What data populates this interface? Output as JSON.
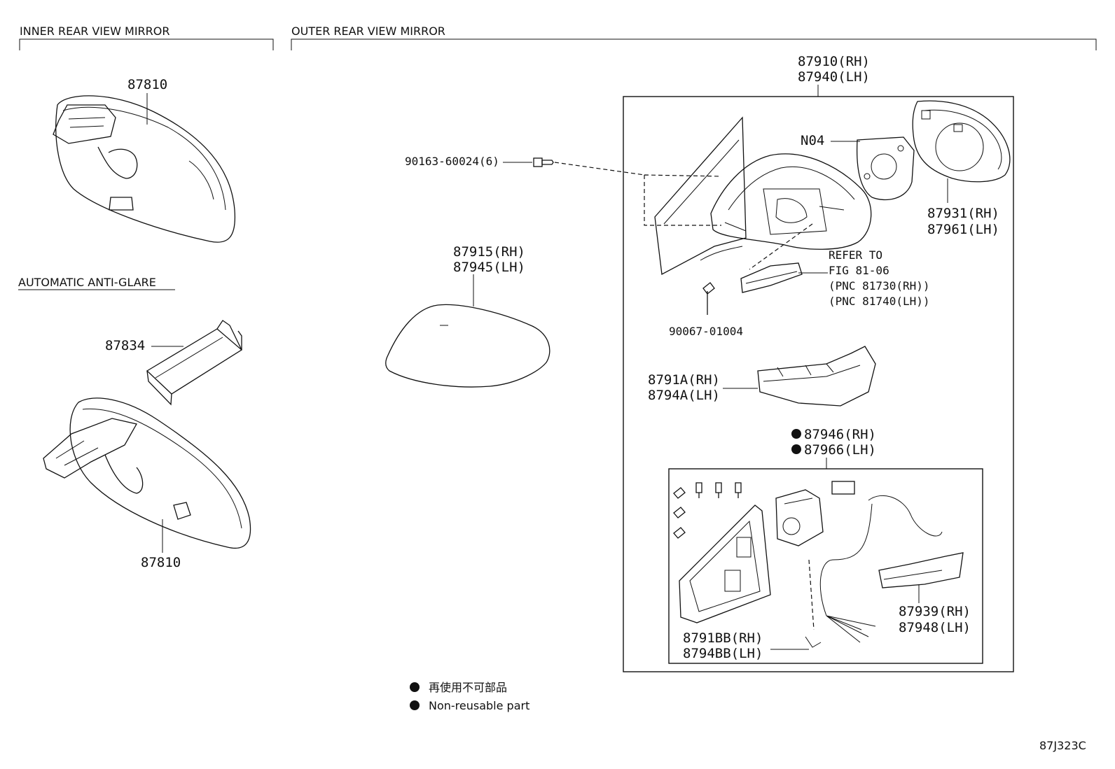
{
  "sections": {
    "inner": "INNER REAR VIEW MIRROR",
    "outer": "OUTER REAR VIEW MIRROR",
    "auto": "AUTOMATIC ANTI-GLARE"
  },
  "labels": {
    "p87810_top": "87810",
    "p87834": "87834",
    "p87810_bottom": "87810",
    "p87915": "87915(RH)",
    "p87945": "87945(LH)",
    "p90163": "90163-60024(6)",
    "p87910": "87910(RH)",
    "p87940": "87940(LH)",
    "n04": "N04",
    "p87931": "87931(RH)",
    "p87961": "87961(LH)",
    "refer1": "REFER TO",
    "refer2": "FIG 81-06",
    "refer3": "(PNC 81730(RH))",
    "refer4": "(PNC 81740(LH))",
    "p90067": "90067-01004",
    "p8791A": "8791A(RH)",
    "p8794A": "8794A(LH)",
    "p87946": "87946(RH)",
    "p87966": "87966(LH)",
    "p87939": "87939(RH)",
    "p87948": "87948(LH)",
    "p8791BB": "8791BB(RH)",
    "p8794BB": "8794BB(LH)"
  },
  "legend": {
    "jp": "再使用不可部品",
    "en": "Non-reusable part"
  },
  "diagram_code": "87J323C"
}
